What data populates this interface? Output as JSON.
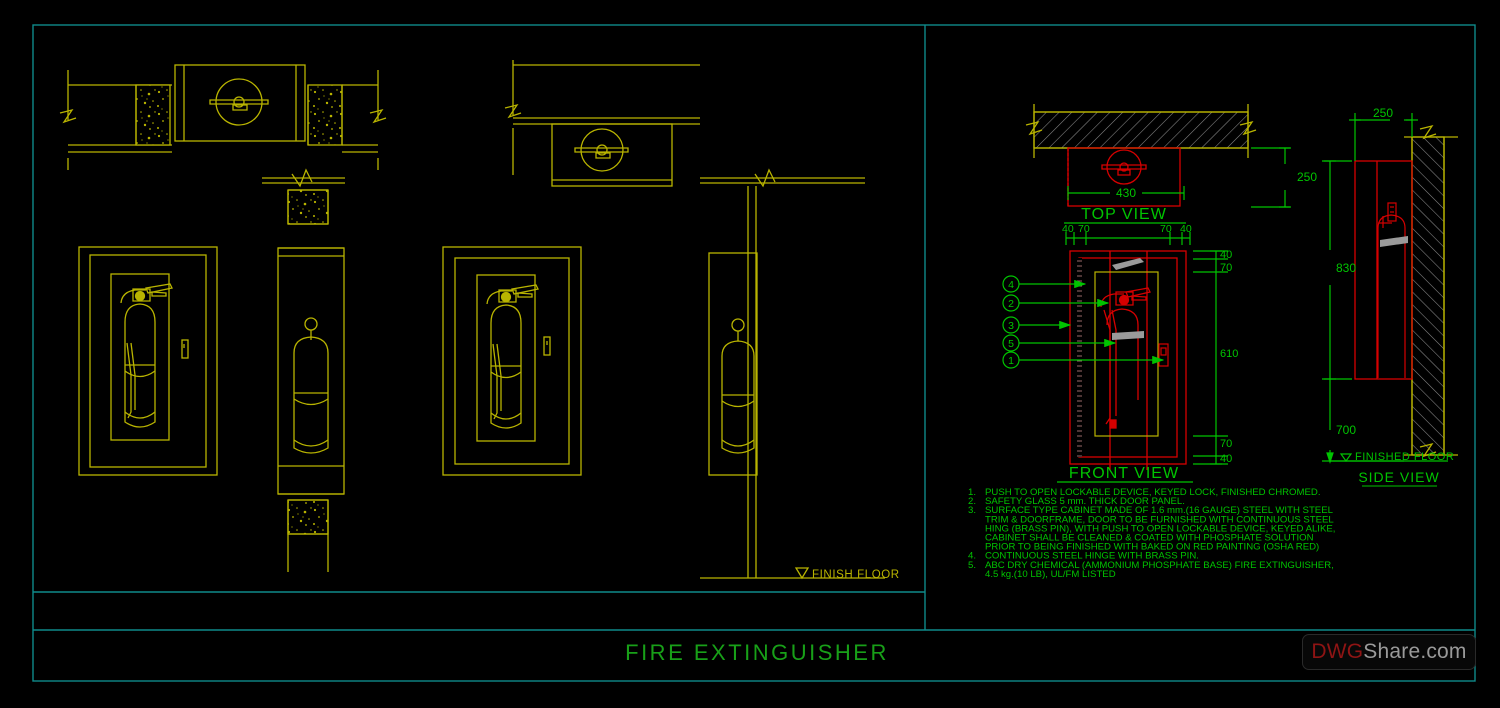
{
  "drawing": {
    "title": "FIRE  EXTINGUISHER",
    "border_color": "#0f8a8a",
    "yellow": "#b9b400",
    "green": "#00c400",
    "red": "#d60000",
    "gray": "#9a9a9a"
  },
  "left_panel": {
    "finish_floor_label": "FINISH  FLOOR"
  },
  "right_panel": {
    "views": {
      "top": "TOP  VIEW",
      "front": "FRONT  VIEW",
      "side": "SIDE  VIEW"
    },
    "finished_floor_label": "FINISHED  FLOOR",
    "dimensions": {
      "top_width": "430",
      "top_depth": "250",
      "front_left_40": "40",
      "front_left_70": "70",
      "front_right_70": "70",
      "front_right_40": "40",
      "front_top_40": "40",
      "front_top_70": "70",
      "front_height": "610",
      "front_bottom_70": "70",
      "front_bottom_40": "40",
      "side_width": "250",
      "side_height": "830",
      "side_floor": "700"
    },
    "callouts": [
      "4",
      "2",
      "3",
      "5",
      "1"
    ],
    "notes": [
      {
        "num": "1.",
        "lines": [
          "PUSH  TO  OPEN  LOCKABLE  DEVICE,  KEYED  LOCK,  FINISHED  CHROMED."
        ]
      },
      {
        "num": "2.",
        "lines": [
          "SAFETY  GLASS  5  mm.  THICK  DOOR  PANEL."
        ]
      },
      {
        "num": "3.",
        "lines": [
          "SURFACE  TYPE  CABINET  MADE  OF  1.6  mm.(16  GAUGE)  STEEL  WITH  STEEL",
          "TRIM  &  DOORFRAME,  DOOR  TO  BE  FURNISHED  WITH  CONTINUOUS  STEEL",
          "HING  (BRASS  PIN),  WITH  PUSH  TO  OPEN  LOCKABLE  DEVICE,  KEYED  ALIKE,",
          "CABINET  SHALL  BE  CLEANED  &  COATED  WITH  PHOSPHATE  SOLUTION",
          "PRIOR  TO  BEING  FINISHED  WITH  BAKED  ON  RED  PAINTING  (OSHA  RED)"
        ]
      },
      {
        "num": "4.",
        "lines": [
          "CONTINUOUS  STEEL  HINGE  WITH  BRASS  PIN."
        ]
      },
      {
        "num": "5.",
        "lines": [
          "ABC  DRY  CHEMICAL  (AMMONIUM  PHOSPHATE  BASE)  FIRE  EXTINGUISHER,",
          "4.5  kg.(10  LB),  UL/FM  LISTED"
        ]
      }
    ]
  },
  "watermark": {
    "dwg": "DWG",
    "share": "Share.com"
  }
}
